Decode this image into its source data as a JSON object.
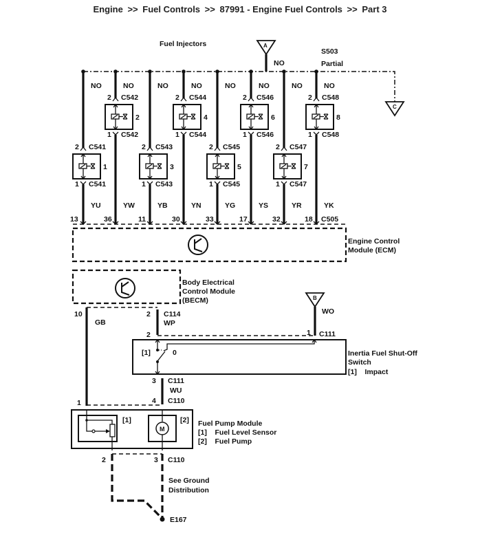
{
  "breadcrumb": {
    "items": [
      "Engine",
      "Fuel Controls",
      "87991 - Engine Fuel Controls",
      "Part 3"
    ],
    "separator": ">>"
  },
  "diagram": {
    "title": "Fuel Injectors",
    "splice": {
      "id": "S503",
      "note": "Partial"
    },
    "connectors": {
      "A": "A",
      "B": "B",
      "C": "C"
    },
    "feed_wire_color": "NO",
    "injector_feed_wires": [
      "NO",
      "NO",
      "NO",
      "NO",
      "NO",
      "NO",
      "NO",
      "NO"
    ],
    "upper_injectors": [
      {
        "number": "2",
        "connector": "C542",
        "pin_top": "2",
        "pin_bottom": "1"
      },
      {
        "number": "4",
        "connector": "C544",
        "pin_top": "2",
        "pin_bottom": "1"
      },
      {
        "number": "6",
        "connector": "C546",
        "pin_top": "2",
        "pin_bottom": "1"
      },
      {
        "number": "8",
        "connector": "C548",
        "pin_top": "2",
        "pin_bottom": "1"
      }
    ],
    "lower_injectors": [
      {
        "number": "1",
        "connector": "C541",
        "pin_top": "2",
        "pin_bottom": "1"
      },
      {
        "number": "3",
        "connector": "C543",
        "pin_top": "2",
        "pin_bottom": "1"
      },
      {
        "number": "5",
        "connector": "C545",
        "pin_top": "2",
        "pin_bottom": "1"
      },
      {
        "number": "7",
        "connector": "C547",
        "pin_top": "2",
        "pin_bottom": "1"
      }
    ],
    "ecm_wires": [
      {
        "color": "YU",
        "pin": "13"
      },
      {
        "color": "YW",
        "pin": "36"
      },
      {
        "color": "YB",
        "pin": "11"
      },
      {
        "color": "YN",
        "pin": "30"
      },
      {
        "color": "YG",
        "pin": "33"
      },
      {
        "color": "YS",
        "pin": "17"
      },
      {
        "color": "YR",
        "pin": "32"
      },
      {
        "color": "YK",
        "pin": "18"
      }
    ],
    "ecm_connector": "C505",
    "ecm_label": [
      "Engine Control",
      "Module (ECM)"
    ],
    "becm_label": [
      "Body Electrical",
      "Control Module",
      "(BECM)"
    ],
    "becm_pin_left": "10",
    "becm_wire_left": "GB",
    "becm_pin_right": "2",
    "becm_connector": "C114",
    "becm_wire_right": "WP",
    "b_wire": "WO",
    "inertia": {
      "pin_left_top": "2",
      "pin_right_top": "1",
      "connector_top": "C111",
      "switch_position_label": "[1]",
      "switch_zero": "0",
      "pin_bottom": "3",
      "connector_bottom": "C111",
      "label": [
        "Inertia Fuel Shut-Off",
        "Switch"
      ],
      "legend": "[1]    Impact"
    },
    "wu": {
      "color": "WU",
      "pin": "4",
      "connector": "C110"
    },
    "pump_module": {
      "pin_left": "1",
      "sub1": "[1]",
      "sub2": "[2]",
      "motor": "M",
      "label": "Fuel Pump Module",
      "legend": [
        "[1]    Fuel Level Sensor",
        "[2]    Fuel Pump"
      ],
      "pin_bottom_left": "2",
      "pin_bottom_right": "3",
      "connector_bottom": "C110"
    },
    "ground": {
      "note": [
        "See Ground",
        "Distribution"
      ],
      "id": "E167"
    }
  }
}
